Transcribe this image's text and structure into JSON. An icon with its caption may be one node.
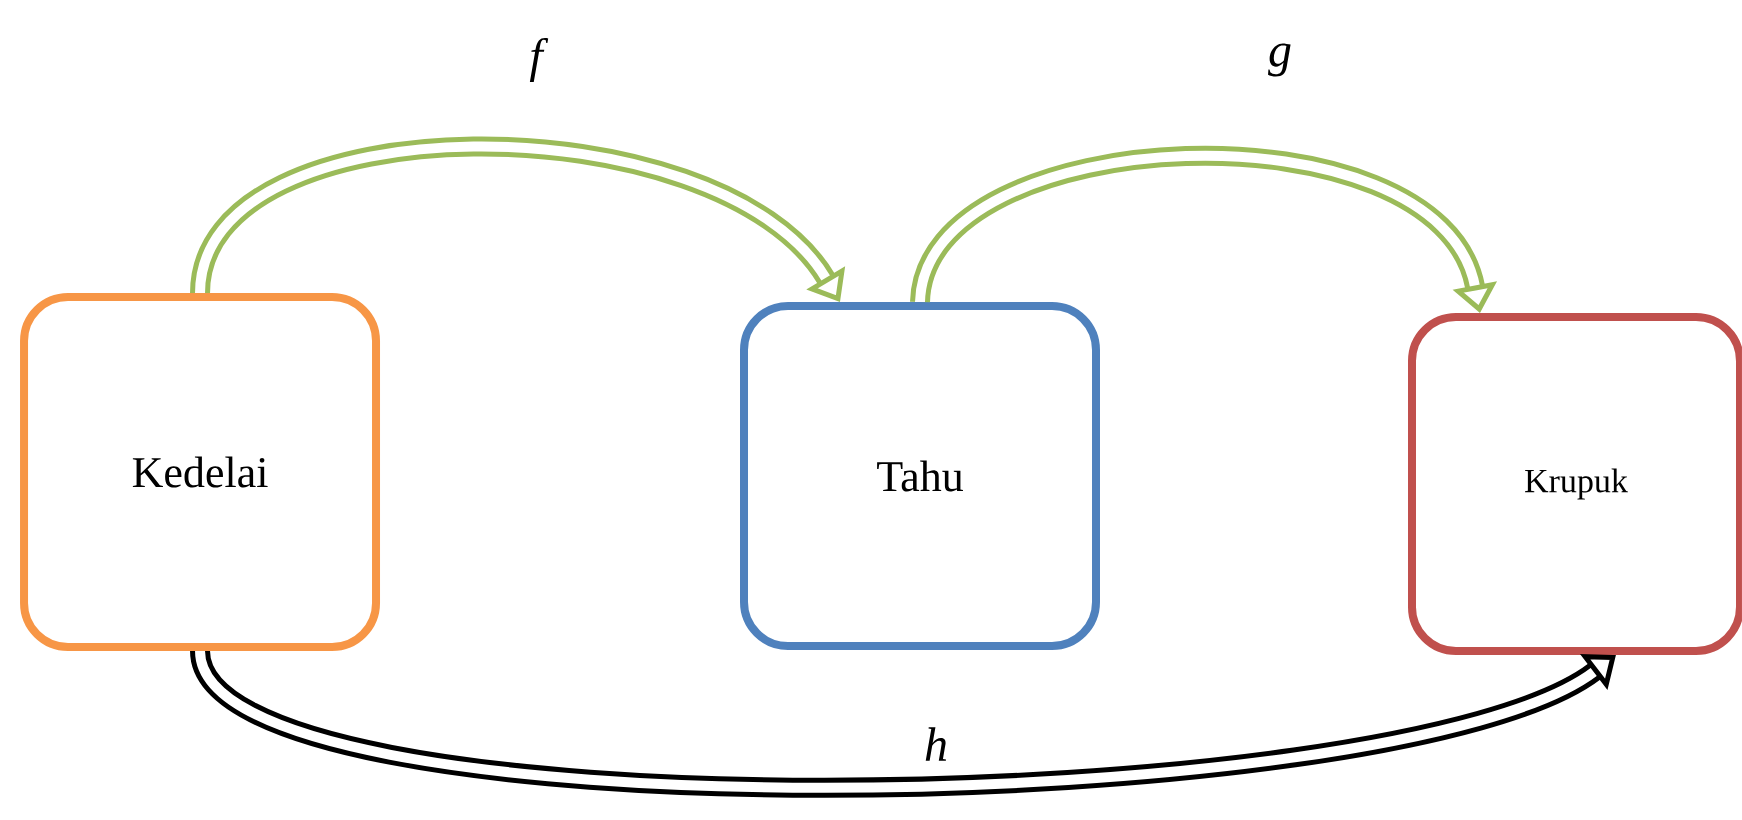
{
  "diagram": {
    "nodes": [
      {
        "text": [
          "Kedelai"
        ]
      },
      {
        "text": [
          "Tahu"
        ]
      },
      {
        "text": [
          "Krupuk"
        ]
      }
    ],
    "edges": [
      {
        "from": 0,
        "to": 1,
        "arrow": "to",
        "label": "f"
      },
      {
        "from": 1,
        "to": 2,
        "arrow": "to",
        "label": "g"
      },
      {
        "from": 0,
        "to": 2,
        "arrow": "to",
        "label": "h",
        "color": "#000000"
      }
    ]
  }
}
